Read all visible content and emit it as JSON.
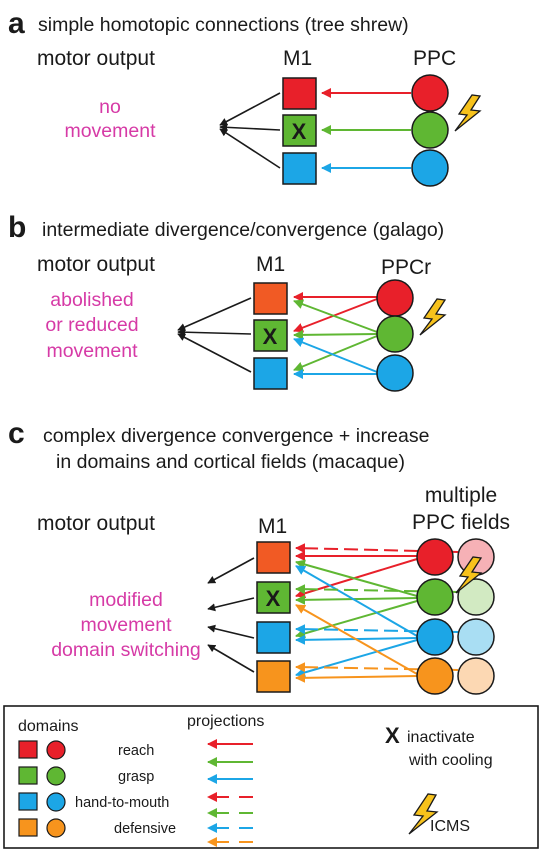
{
  "colors": {
    "reach": "#e8202a",
    "grasp": "#5fb733",
    "hand_to_mouth": "#1ca6e6",
    "defensive": "#f7941d",
    "reach_light": "#f6b1b6",
    "grasp_light": "#d2eac2",
    "hand_to_mouth_light": "#a9def3",
    "defensive_light": "#fcd8b3",
    "magenta": "#d63aa6",
    "bolt": "#f7c21c"
  },
  "panel_a": {
    "letter": "a",
    "title": "simple homotopic  connections (tree shrew)",
    "output_label": "motor output",
    "m1_label": "M1",
    "ppc_label": "PPC",
    "effect_line1": "no",
    "effect_line2": "movement",
    "x_mark": "X"
  },
  "panel_b": {
    "letter": "b",
    "title": "intermediate divergence/convergence (galago)",
    "output_label": "motor output",
    "m1_label": "M1",
    "ppc_label": "PPCr",
    "effect_line1": "abolished",
    "effect_line2": "or reduced",
    "effect_line3": "movement",
    "x_mark": "X"
  },
  "panel_c": {
    "letter": "c",
    "title_line1": "complex divergence convergence + increase",
    "title_line2": "in domains and cortical fields (macaque)",
    "output_label": "motor output",
    "m1_label": "M1",
    "ppc_label_line1": "multiple",
    "ppc_label_line2": "PPC fields",
    "effect_line1": "modified",
    "effect_line2": "movement",
    "effect_line3": "domain switching",
    "x_mark": "X"
  },
  "legend": {
    "domains_title": "domains",
    "projections_title": "projections",
    "domains": [
      "reach",
      "grasp",
      "hand-to-mouth",
      "defensive"
    ],
    "x_mark": "X",
    "inactivate_line1": "inactivate",
    "inactivate_line2": "with cooling",
    "icms_label": "ICMS"
  }
}
